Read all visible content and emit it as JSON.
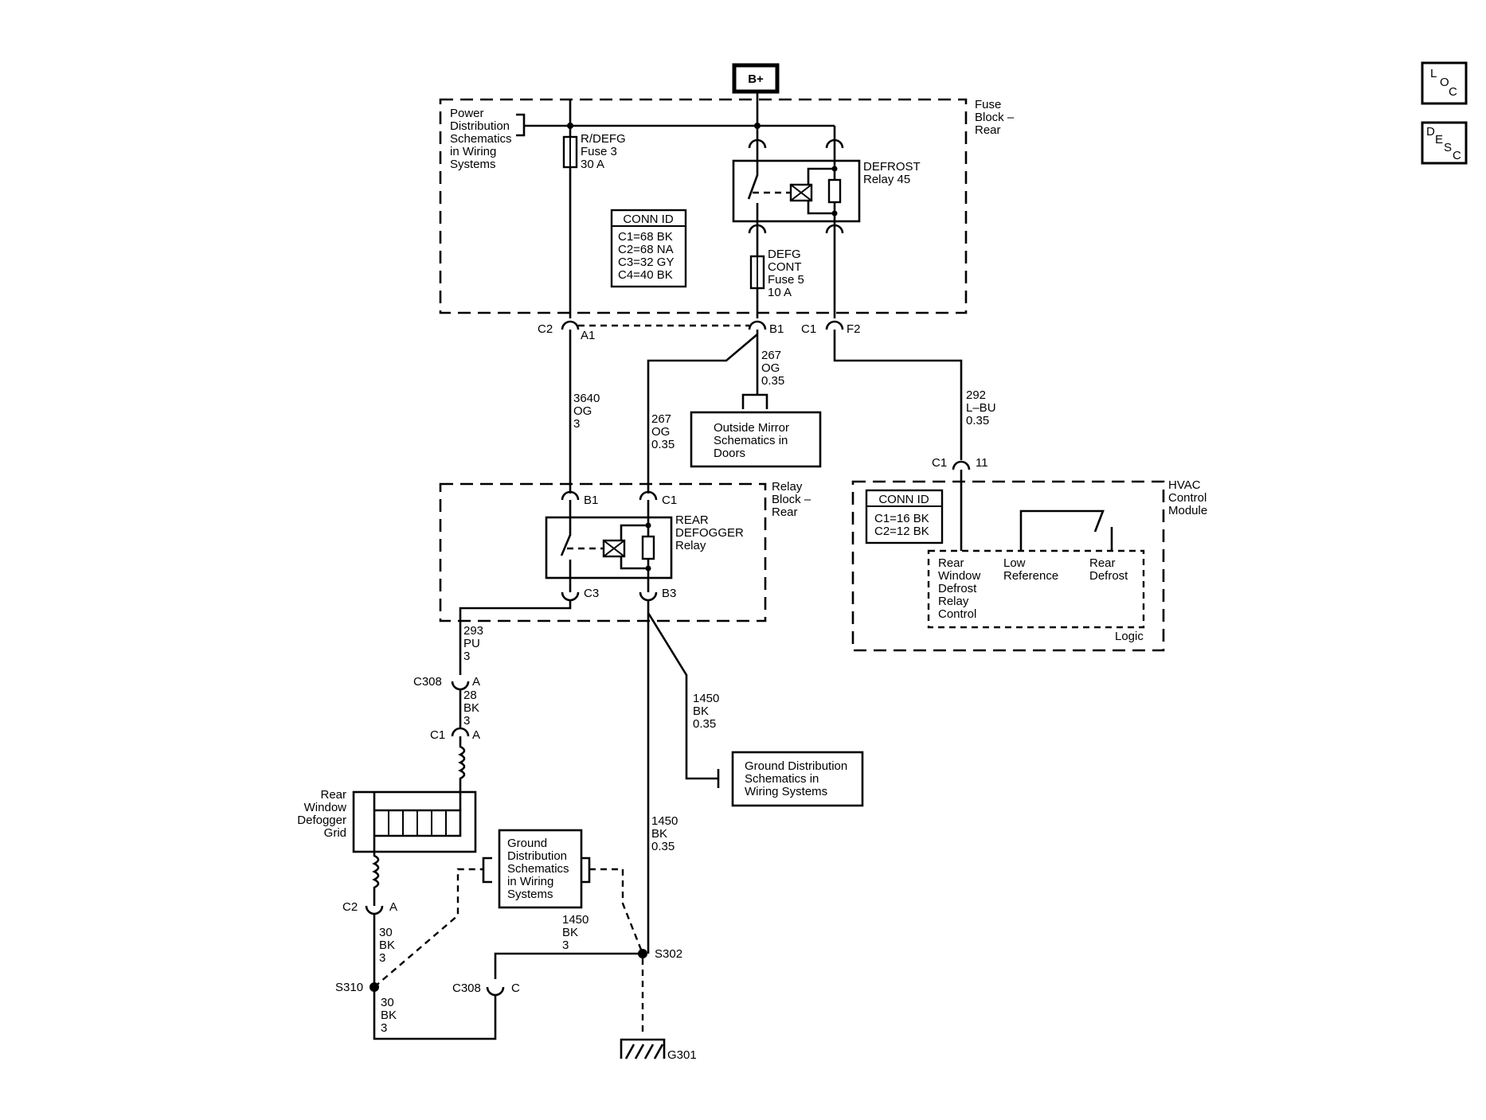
{
  "power": {
    "bplus": "B+"
  },
  "nav": {
    "loc": [
      "L",
      "O",
      "C"
    ],
    "desc": [
      "D",
      "E",
      "S",
      "C"
    ]
  },
  "fuse_block": {
    "label": [
      "Fuse",
      "Block –",
      "Rear"
    ],
    "power_ref": [
      "Power",
      "Distribution",
      "Schematics",
      "in Wiring",
      "Systems"
    ],
    "fuse3": [
      "R/DEFG",
      "Fuse 3",
      "30 A"
    ],
    "fuse5": [
      "DEFG",
      "CONT",
      "Fuse 5",
      "10 A"
    ],
    "relay": [
      "DEFROST",
      "Relay 45"
    ],
    "conn_id": {
      "title": "CONN ID",
      "rows": [
        "C1=68 BK",
        "C2=68 NA",
        "C3=32 GY",
        "C4=40 BK"
      ]
    }
  },
  "relay_block": {
    "label": [
      "Relay",
      "Block –",
      "Rear"
    ],
    "relay": [
      "REAR",
      "DEFOGGER",
      "Relay"
    ]
  },
  "hvac": {
    "label": [
      "HVAC",
      "Control",
      "Module"
    ],
    "conn_id": {
      "title": "CONN ID",
      "rows": [
        "C1=16 BK",
        "C2=12 BK"
      ]
    },
    "pins": {
      "relay_control": [
        "Rear",
        "Window",
        "Defrost",
        "Relay",
        "Control"
      ],
      "low_ref": [
        "Low",
        "Reference"
      ],
      "rear_defrost": [
        "Rear",
        "Defrost"
      ]
    },
    "logic": "Logic"
  },
  "refs": {
    "outside_mirror": [
      "Outside Mirror",
      "Schematics in",
      "Doors"
    ],
    "ground_dist_1": [
      "Ground Distribution",
      "Schematics in",
      "Wiring Systems"
    ],
    "ground_dist_2": [
      "Ground",
      "Distribution",
      "Schematics",
      "in Wiring",
      "Systems"
    ]
  },
  "grid": {
    "label": [
      "Rear",
      "Window",
      "Defogger",
      "Grid"
    ]
  },
  "connectors": {
    "c2": "C2",
    "a1": "A1",
    "b1_top": "B1",
    "c1_top": "C1",
    "f2": "F2",
    "b1_relay": "B1",
    "c1_relay": "C1",
    "c3_relay": "C3",
    "b3_relay": "B3",
    "c308_top": "C308",
    "a_c308": "A",
    "c1_grid": "C1",
    "a_grid": "A",
    "c2_grid": "C2",
    "a_c2": "A",
    "c1_hvac": "C1",
    "pin11": "11",
    "s310": "S310",
    "s302": "S302",
    "c308_bot": "C308",
    "c_c308": "C",
    "g301": "G301"
  },
  "wires": {
    "w3640": [
      "3640",
      "OG",
      "3"
    ],
    "w267a": [
      "267",
      "OG",
      "0.35"
    ],
    "w267b": [
      "267",
      "OG",
      "0.35"
    ],
    "w292": [
      "292",
      "L–BU",
      "0.35"
    ],
    "w293": [
      "293",
      "PU",
      "3"
    ],
    "w28": [
      "28",
      "BK",
      "3"
    ],
    "w1450a": [
      "1450",
      "BK",
      "0.35"
    ],
    "w1450b": [
      "1450",
      "BK",
      "0.35"
    ],
    "w1450c": [
      "1450",
      "BK",
      "3"
    ],
    "w30a": [
      "30",
      "BK",
      "3"
    ],
    "w30b": [
      "30",
      "BK",
      "3"
    ]
  }
}
